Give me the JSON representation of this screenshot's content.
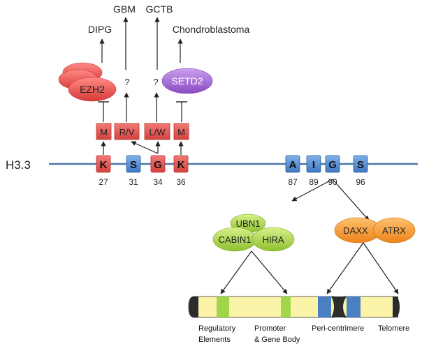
{
  "gene": "H3.3",
  "diseases": {
    "dipg": "DIPG",
    "gbm": "GBM",
    "gctb": "GCTB",
    "chondroblastoma": "Chondroblastoma"
  },
  "enzymes": {
    "ezh2": "EZH2",
    "setd2": "SETD2",
    "unknown": "?"
  },
  "mutations": [
    "M",
    "R/V",
    "L/W",
    "M"
  ],
  "residues": [
    {
      "letter": "K",
      "pos": "27",
      "type": "mutated"
    },
    {
      "letter": "S",
      "pos": "31",
      "type": "normal"
    },
    {
      "letter": "G",
      "pos": "34",
      "type": "mutated"
    },
    {
      "letter": "K",
      "pos": "36",
      "type": "mutated"
    },
    {
      "letter": "A",
      "pos": "87",
      "type": "normal"
    },
    {
      "letter": "I",
      "pos": "89",
      "type": "normal"
    },
    {
      "letter": "G",
      "pos": "90",
      "type": "normal"
    },
    {
      "letter": "S",
      "pos": "96",
      "type": "normal"
    }
  ],
  "chaperones": {
    "hira_complex": [
      "UBN1",
      "CABIN1",
      "HIRA"
    ],
    "daxx_complex": [
      "DAXX",
      "ATRX"
    ]
  },
  "chromosome_regions": {
    "regulatory": [
      "Regulatory",
      "Elements"
    ],
    "promoter": [
      "Promoter",
      "& Gene Body"
    ],
    "pericentromere": "Peri-centrimere",
    "telomere": "Telomere"
  },
  "colors": {
    "backbone": "#4a78a8",
    "mutated": "#d9534f",
    "normal": "#4a86cf",
    "hira": "#9ccc3c",
    "daxx": "#f0922a",
    "ezh2": "#e84a4a",
    "setd2": "#9a5cc8",
    "chromosome": "#fbf3a8"
  }
}
